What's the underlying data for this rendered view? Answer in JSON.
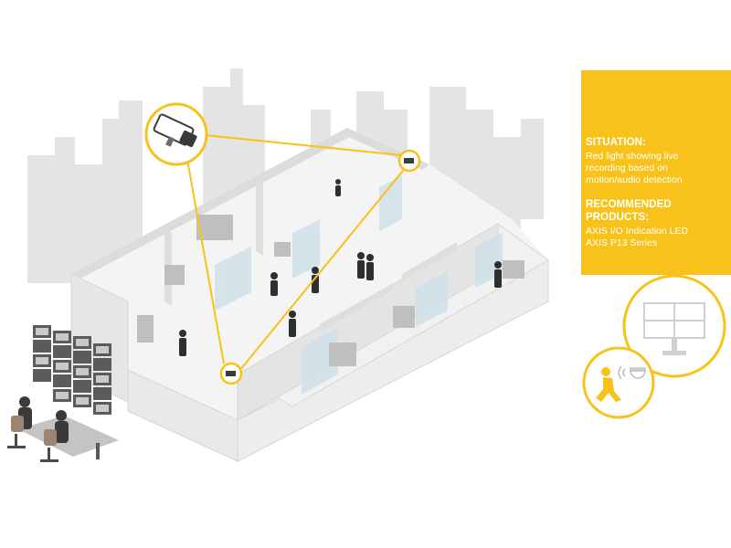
{
  "info_panel": {
    "situation_heading": "SITUATION:",
    "situation_lines": [
      "Red light showing live",
      "recording based on",
      "motion/audio detection"
    ],
    "products_heading_lines": [
      "RECOMMENDED",
      "PRODUCTS:"
    ],
    "product_lines": [
      "AXIS I/O Indication LED",
      "AXIS P13 Series"
    ]
  },
  "colors": {
    "accent_yellow": "#f8c21a",
    "skyline": "#e4e4e4",
    "wall": "#e9e9e9",
    "floor": "#f4f4f4",
    "glass": "#cfe0e8",
    "people": "#2f2f2f",
    "text_on_accent": "#ffffff"
  },
  "icons": [
    "bullet-camera-icon",
    "dome-camera-icon",
    "running-person-icon",
    "video-wall-monitor-icon",
    "operator-workstation"
  ]
}
